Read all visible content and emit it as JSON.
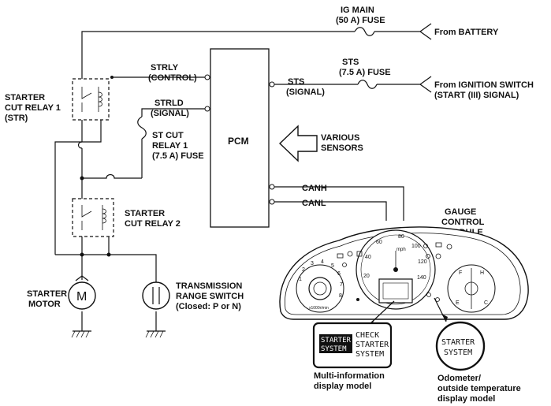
{
  "labels": {
    "ig_main_fuse": [
      "IG MAIN",
      "(50 A) FUSE"
    ],
    "from_battery": "From BATTERY",
    "sts_fuse": [
      "STS",
      "(7.5 A) FUSE"
    ],
    "from_ignition": [
      "From IGNITION SWITCH",
      "(START (III) SIGNAL)"
    ],
    "strly": [
      "STRLY",
      "(CONTROL)"
    ],
    "strld": [
      "STRLD",
      "(SIGNAL)"
    ],
    "sts_signal": [
      "STS",
      "(SIGNAL)"
    ],
    "st_cut_fuse": [
      "ST CUT",
      "RELAY 1",
      "(7.5 A) FUSE"
    ],
    "pcm": "PCM",
    "various_sensors": [
      "VARIOUS",
      "SENSORS"
    ],
    "canh": "CANH",
    "canl": "CANL",
    "relay1": [
      "STARTER",
      "CUT RELAY 1",
      "(STR)"
    ],
    "relay2": [
      "STARTER",
      "CUT RELAY 2"
    ],
    "starter_motor": [
      "STARTER",
      "MOTOR"
    ],
    "motor_symbol": "M",
    "trs": [
      "TRANSMISSION",
      "RANGE SWITCH",
      "(Closed: P or N)"
    ],
    "gauge_module": [
      "GAUGE",
      "CONTROL",
      "MODULE"
    ],
    "mid_display_text": [
      "STARTER",
      "SYSTEM"
    ],
    "mid_check_text": [
      "CHECK",
      "STARTER",
      "SYSTEM"
    ],
    "mid_caption": [
      "Multi-information",
      "display model"
    ],
    "odo_display_text": [
      "STARTER",
      "SYSTEM"
    ],
    "odo_caption": [
      "Odometer/",
      "outside temperature",
      "display model"
    ]
  },
  "gauge": {
    "tach_ticks": [
      "1",
      "2",
      "3",
      "4",
      "5",
      "6",
      "7",
      "8"
    ],
    "speed_ticks": [
      "20",
      "40",
      "60",
      "80",
      "100",
      "120",
      "140"
    ],
    "speed_unit": "mph",
    "fuel_marks": [
      "F",
      "E"
    ],
    "temp_marks": [
      "H",
      "C"
    ],
    "tach_unit": "x1000r/min"
  }
}
